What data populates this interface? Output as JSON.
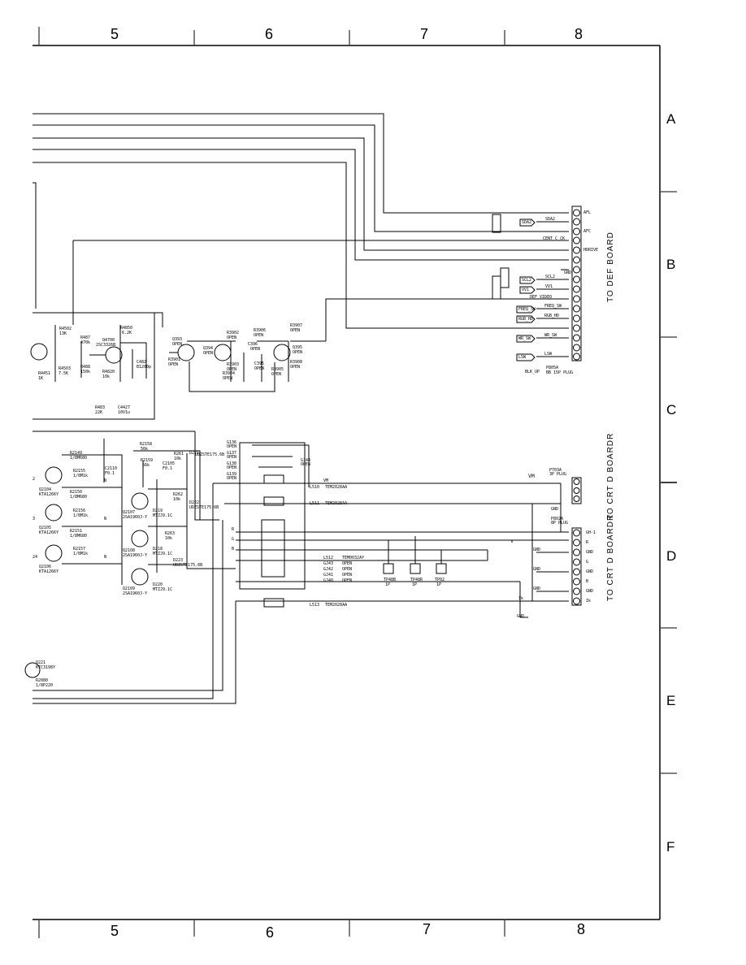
{
  "frame": {
    "top_columns": [
      "5",
      "6",
      "7",
      "8"
    ],
    "bottom_columns": [
      "5",
      "6",
      "7",
      "8"
    ],
    "rows": [
      "A",
      "B",
      "C",
      "D",
      "E",
      "F"
    ]
  },
  "connectors": {
    "def_board": "TO DEF BOARD",
    "crt_d_board_1": "TO CRT D BOARDR",
    "crt_d_board_2": "TO CRT D BOARDR",
    "p805a": "P805A",
    "p805a_plug": "BB 15P PLUG",
    "p703a": "P703A",
    "p703a_plug": "3P PLUG",
    "p802a": "P802A",
    "p802a_plug": "8P PLUG",
    "blk_up": "BLK_UP"
  },
  "def_signals": {
    "afl": "AFL",
    "sda2": "SDA2",
    "afc": "AFC",
    "cent_c_ck": "CENT_C_CK",
    "hdrive": "HDRIVE",
    "gnd": "GND",
    "scl2": "SCL2",
    "vv1": "VV1",
    "def_video": "DEF VIDEO",
    "freq_sw": "FREQ_SW",
    "rgb_hd": "RGB_HD",
    "wr_sw": "WR_SW",
    "lsw": "LSW",
    "box_sda2": "SDA2",
    "box_scl2": "SCL2",
    "box_vv1": "VV1",
    "box_freq": "FREQ_SW",
    "box_rgb": "RGB_HD",
    "box_wr": "WR_SW",
    "box_lsw": "LSW"
  },
  "components_upper": {
    "r4502": "R4502",
    "r4502_v": "13K",
    "r4451": "R4451",
    "r4451_v": "1K",
    "r4503": "R4503",
    "r4503_v": "7.5K",
    "r487": "R487",
    "r487_v": "470k",
    "q4700": "Q4700",
    "q4700_v": "2SC3326B",
    "r4850": "R4850",
    "r4850_v": "6.2K",
    "r488": "R488",
    "r488_v": "150k",
    "r4820": "R4820",
    "r4820_v": "10k",
    "c482": "C482",
    "c482_v": "B1200p",
    "r483": "R483",
    "r483_v": "22K",
    "c4427": "C4427",
    "c4427_v": "10V1u",
    "q393": "Q393",
    "q393_v": "OPEN",
    "r3901": "R3901",
    "r3901_v": "OPEN",
    "q394": "Q394",
    "q394_v": "OPEN",
    "r3902": "R3902",
    "r3902_v": "OPEN",
    "r3903": "R3903",
    "r3903_v": "OPEN",
    "r3904": "R3904",
    "r3904_v": "OPEN",
    "r3905": "R3905",
    "r3905_v": "OPEN",
    "c396": "C396",
    "c396_v": "OPEN",
    "c395": "C395",
    "c395_v": "OPEN",
    "r3906": "R3906",
    "r3906_v": "OPEN",
    "r3907": "R3907",
    "r3907_v": "OPEN",
    "q395": "Q395",
    "q395_v": "OPEN",
    "r3908": "R3908",
    "r3908_v": "OPEN"
  },
  "components_lower": {
    "r2149": "R2149",
    "r2149_v": "1/8M680",
    "r2155": "R2155",
    "r2155_v": "1/8M1k",
    "q2104": "Q2104",
    "q2104_v": "KTA1266Y",
    "r2150": "R2150",
    "r2150_v": "1/8M680",
    "r2156": "R2156",
    "r2156_v": "1/8M1k",
    "q2105": "Q2105",
    "q2105_v": "KTA1266Y",
    "r2151": "R2151",
    "r2151_v": "1/8M680",
    "r2157": "R2157",
    "r2157_v": "1/8M1k",
    "q2106": "Q2106",
    "q2106_v": "KTA1266Y",
    "c2110": "C2110",
    "c2110_v": "F0.1",
    "r2158": "R2158",
    "r2158_v": "56k",
    "r2159": "R2159",
    "r2159_v": "56k",
    "c2105": "C2105",
    "c2105_v": "F0.1",
    "r261": "R261",
    "r261_v": "10k",
    "d221": "D221",
    "d221_v": "UDZSTE175.6B",
    "q2107": "Q2107",
    "q2107_v": "2SA1960J-Y",
    "d219": "D219",
    "d219_v": "MTZJ9.1C",
    "r262": "R262",
    "r262_v": "10k",
    "d222": "D222",
    "d222_v": "UDZSTE175.6B",
    "q2108": "Q2108",
    "q2108_v": "2SA1960J-Y",
    "d218": "D218",
    "d218_v": "MTZJ9.1C",
    "r263": "R263",
    "r263_v": "10k",
    "d223": "D223",
    "d223_v": "UDZSTE175.6B",
    "q2109": "Q2109",
    "q2109_v": "2SA1960J-Y",
    "d220": "D220",
    "d220_v": "MTZJ9.1C",
    "q221": "Q221",
    "q221_v": "KTC3198Y",
    "r2080": "R2080",
    "r2080_v": "1/8P220",
    "lbl_2": "2",
    "lbl_3": "3",
    "lbl_24": "24",
    "n1": "N",
    "n2": "N",
    "n3": "N"
  },
  "jumpers": {
    "g136": "G136",
    "g136_v": "OPEN",
    "g137": "G137",
    "g137_v": "OPEN",
    "g138": "G138",
    "g138_v": "OPEN",
    "g139": "G139",
    "g139_v": "OPEN",
    "g144": "G144",
    "g144_v": "OPEN",
    "l510": "L510",
    "l510_v": "TEM2028AA",
    "l511": "L511",
    "l511_v": "TEM2028AA",
    "l512": "L512",
    "l512_v": "TEM0032AY",
    "gj43": "GJ43",
    "gj42": "GJ42",
    "gj41": "GJ41",
    "gj40": "GJ40",
    "open": "OPEN",
    "l513": "L513",
    "l513_v": "TEM2028AA",
    "vm_big": "VM",
    "vm_small": "VM"
  },
  "testpoints": {
    "tp48b": "TP48B",
    "tp48r": "TP48R",
    "tp02": "TP02",
    "tp_v": "1P"
  },
  "crt_pins": {
    "gh1": "GH-1",
    "r": "R",
    "gnd1": "GND",
    "g": "G",
    "gnd2": "GND",
    "b": "B",
    "gnd3": "GND",
    "ik": "Ik",
    "l_gnd1": "GND",
    "l_gnd2": "GND",
    "l_gnd3": "GND",
    "l_ik": "Ik",
    "gnd_bottom": "GND",
    "gnd_p703": "GND",
    "p_r": "R",
    "p_g": "G",
    "p_b": "B"
  }
}
